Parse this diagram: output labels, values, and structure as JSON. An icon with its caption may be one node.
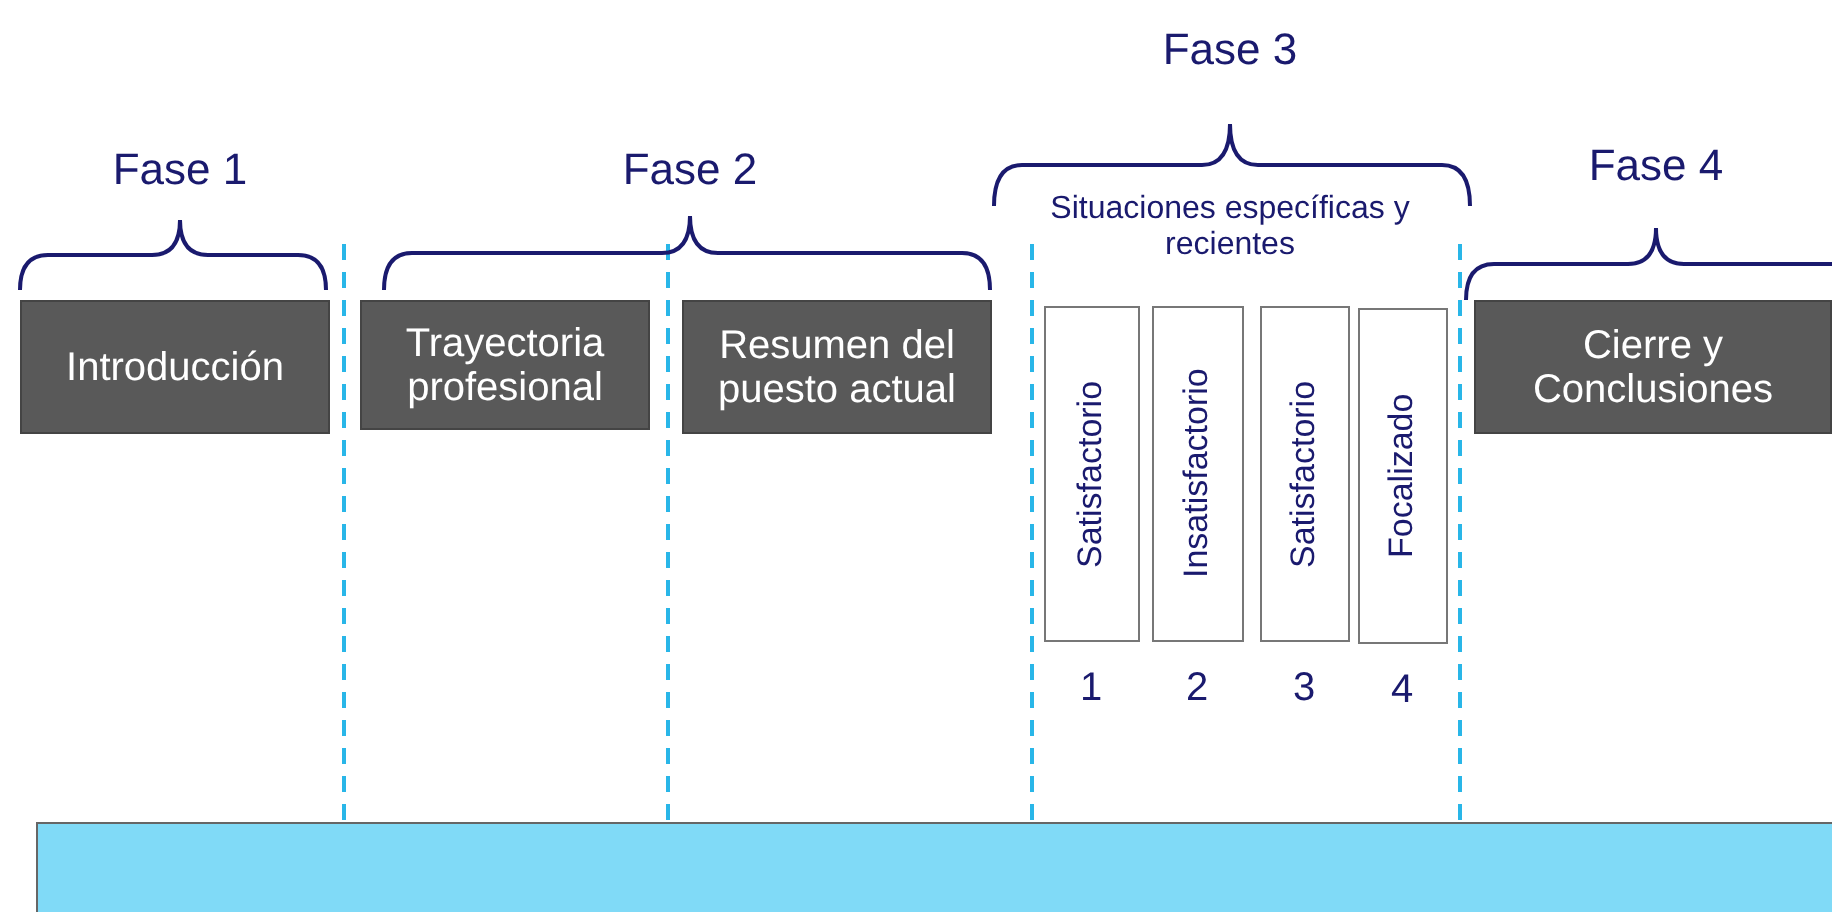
{
  "diagram": {
    "nodes": [
      {
        "text": [
          "Introducción"
        ]
      },
      {
        "text": [
          "Trayectoria profesional"
        ]
      },
      {
        "text": [
          "Resumen del puesto actual"
        ]
      },
      {
        "text": [
          "Satisfactorio"
        ],
        "beside": [
          "1"
        ]
      },
      {
        "text": [
          "Insatisfactorio"
        ],
        "beside": [
          "2"
        ]
      },
      {
        "text": [
          "Satisfactorio"
        ],
        "beside": [
          "3"
        ]
      },
      {
        "text": [
          "Focalizado"
        ],
        "beside": [
          "4"
        ]
      },
      {
        "text": [
          "Cierre y Conclusiones"
        ]
      },
      {
        "text": [],
        "shape": "bar"
      }
    ],
    "edges": [],
    "labels": [
      "Fase 3",
      "Fase 1",
      "Fase 2",
      "Situaciones específicas y recientes",
      "Fase 4"
    ]
  }
}
